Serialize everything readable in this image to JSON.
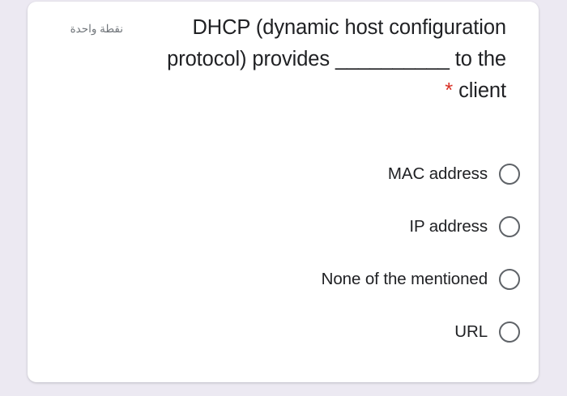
{
  "page": {
    "background_color": "#ece9f2",
    "card_background_color": "#ffffff"
  },
  "card": {
    "points_label": "نقطة واحدة",
    "question": {
      "line1": "DHCP (dynamic host configuration",
      "line2": "protocol) provides __________ to the",
      "line3_star": "*",
      "line3_text": "client",
      "full_text": "DHCP (dynamic host configuration protocol) provides __________ to the client *",
      "required_marker_color": "#d93025",
      "text_color": "#202124"
    },
    "options": [
      {
        "label": "MAC address",
        "selected": false
      },
      {
        "label": "IP address",
        "selected": false
      },
      {
        "label": "None of the mentioned",
        "selected": false
      },
      {
        "label": "URL",
        "selected": false
      }
    ],
    "radio_color": "#5f6368"
  }
}
